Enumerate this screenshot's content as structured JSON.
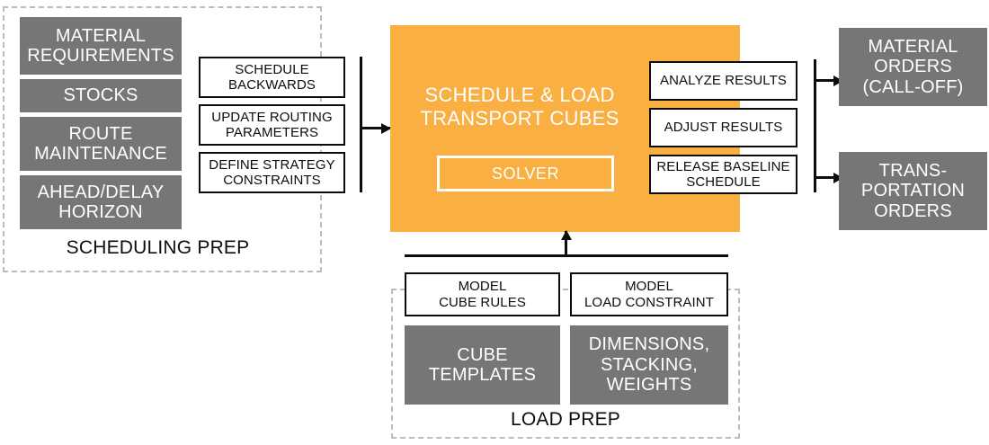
{
  "diagram": {
    "colors": {
      "gray_block": "#767676",
      "orange_panel": "#f9af41",
      "outline": "#0d0d0d",
      "dashed_group": "#bdbdbd",
      "white": "#ffffff"
    },
    "scheduling_prep": {
      "label": "SCHEDULING PREP",
      "inputs": [
        "MATERIAL\nREQUIREMENTS",
        "STOCKS",
        "ROUTE\nMAINTENANCE",
        "AHEAD/DELAY\nHORIZON"
      ],
      "steps": [
        "SCHEDULE\nBACKWARDS",
        "UPDATE ROUTING\nPARAMETERS",
        "DEFINE STRATEGY\nCONSTRAINTS"
      ]
    },
    "core": {
      "title": "SCHEDULE & LOAD\nTRANSPORT CUBES",
      "solver_label": "SOLVER",
      "actions": [
        "ANALYZE RESULTS",
        "ADJUST RESULTS",
        "RELEASE BASELINE\nSCHEDULE"
      ]
    },
    "outputs": [
      "MATERIAL\nORDERS\n(CALL-OFF)",
      "TRANS-\nPORTATION\nORDERS"
    ],
    "load_prep": {
      "label": "LOAD PREP",
      "steps": [
        "MODEL\nCUBE RULES",
        "MODEL\nLOAD CONSTRAINT"
      ],
      "inputs": [
        "CUBE\nTEMPLATES",
        "DIMENSIONS,\nSTACKING,\nWEIGHTS"
      ]
    }
  }
}
